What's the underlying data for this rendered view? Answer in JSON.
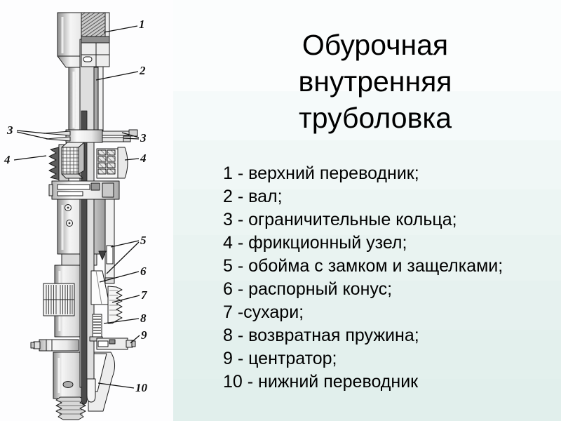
{
  "slide": {
    "title_lines": [
      "Обурочная",
      "внутренняя",
      "труболовка"
    ]
  },
  "figure": {
    "callouts": {
      "c1": "1",
      "c2": "2",
      "c3_left": "3",
      "c3_right": "3",
      "c4_left": "4",
      "c4_right": "4",
      "c5": "5",
      "c6": "6",
      "c7": "7",
      "c8": "8",
      "c9": "9",
      "c10": "10"
    }
  },
  "parts_list": {
    "items": [
      "1 - верхний переводник;",
      "2 - вал;",
      "3 - ограничительные кольца;",
      "4 - фрикционный узел;",
      "5 - обойма с замком и защелками;",
      "6 - распорный конус;",
      "7 -сухари;",
      "8 - возвратная пружина;",
      "9 - центратор;",
      "10 - нижний переводник"
    ]
  },
  "colors": {
    "background_top": "#fbfdfd",
    "background_bottom": "#e1efec",
    "figure_panel": "#fdfdfe",
    "text": "#000000",
    "drawing_outline": "#1c1c1c"
  }
}
